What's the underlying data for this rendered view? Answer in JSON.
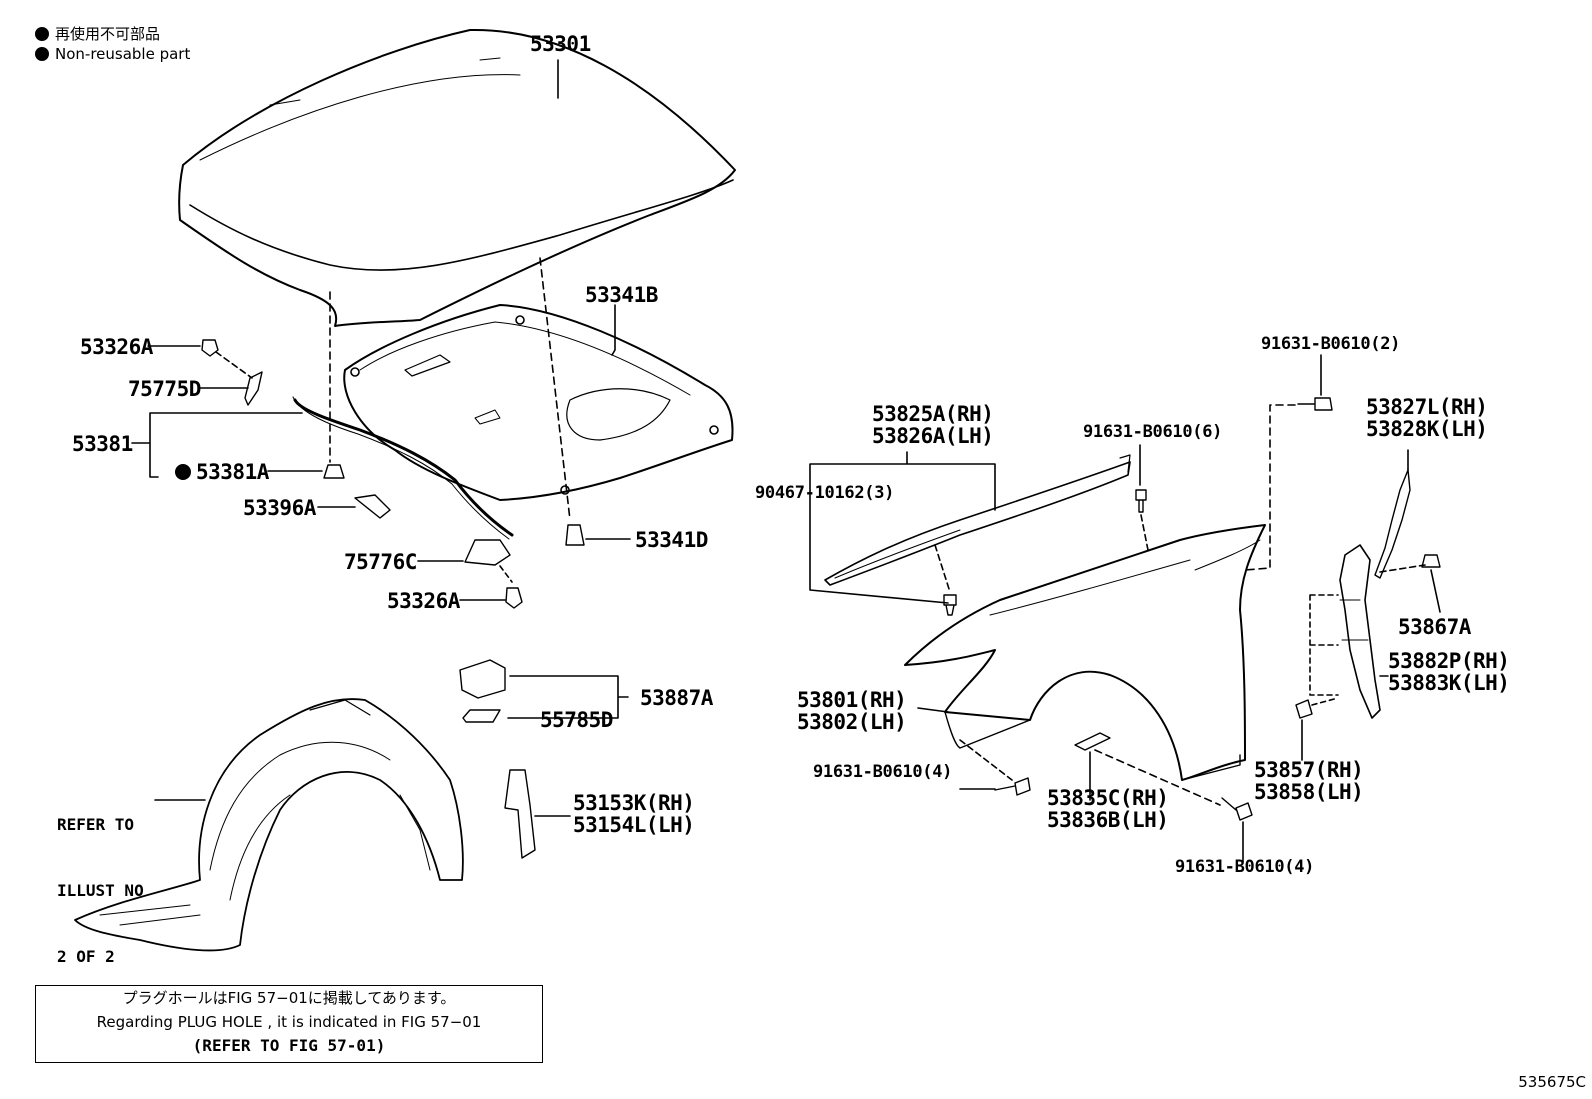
{
  "legend": {
    "japanese": "再使用不可部品",
    "english": "Non-reusable part"
  },
  "labels": {
    "p53301": "53301",
    "p53341B": "53341B",
    "p53326A_top": "53326A",
    "p75775D": "75775D",
    "p53381": "53381",
    "p53381A": "53381A",
    "p53396A": "53396A",
    "p53341D": "53341D",
    "p75776C": "75776C",
    "p53326A_bottom": "53326A",
    "p53887A": "53887A",
    "p55785D": "55785D",
    "p53153K": "53153K(RH)",
    "p53154L": "53154L(LH)",
    "p53825A": "53825A(RH)",
    "p53826A": "53826A(LH)",
    "p90467": "90467-10162(3)",
    "p91631_6": "91631-B0610(6)",
    "p91631_2": "91631-B0610(2)",
    "p53827L": "53827L(RH)",
    "p53828K": "53828K(LH)",
    "p53867A": "53867A",
    "p53882P": "53882P(RH)",
    "p53883K": "53883K(LH)",
    "p53801": "53801(RH)",
    "p53802": "53802(LH)",
    "p91631_4a": "91631-B0610(4)",
    "p53835C": "53835C(RH)",
    "p53836B": "53836B(LH)",
    "p53857": "53857(RH)",
    "p53858": "53858(LH)",
    "p91631_4b": "91631-B0610(4)"
  },
  "refer": {
    "line1": "REFER TO",
    "line2": "ILLUST NO",
    "line3": "2 OF 2"
  },
  "note": {
    "japanese": "プラグホールはFIG 57−01に掲載してあります。",
    "english": "Regarding  PLUG  HOLE , it is indicated in FIG  57−01",
    "reference": "(REFER TO FIG 57-01)"
  },
  "figure_id": "535675C"
}
